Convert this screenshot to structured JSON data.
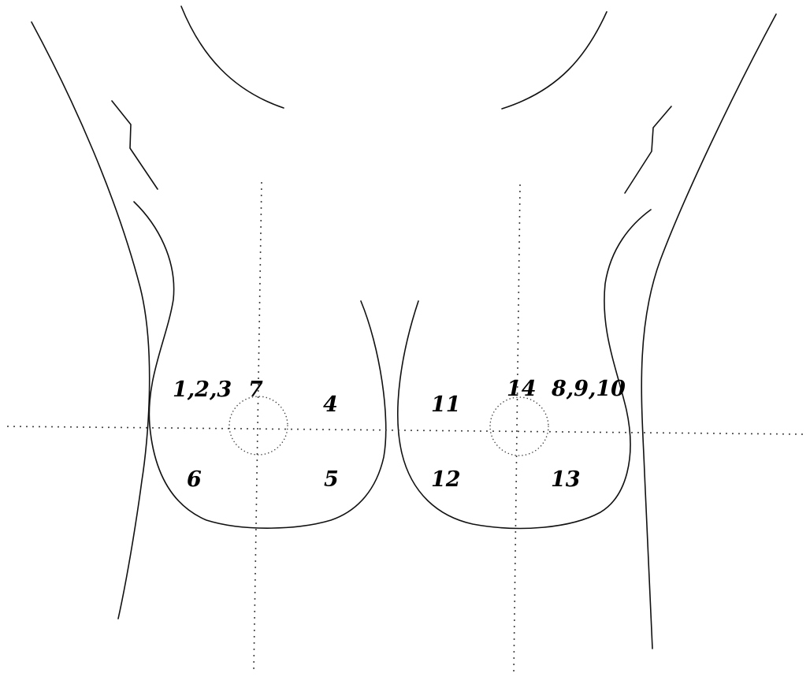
{
  "diagram": {
    "labels": {
      "upper_outer_right": "1,2,3",
      "nipple_right": "7",
      "upper_inner_right": "4",
      "lower_inner_right": "5",
      "lower_outer_right": "6",
      "upper_inner_left": "11",
      "nipple_left": "14",
      "upper_outer_left": "8,9,10",
      "lower_inner_left": "12",
      "lower_outer_left": "13"
    }
  }
}
